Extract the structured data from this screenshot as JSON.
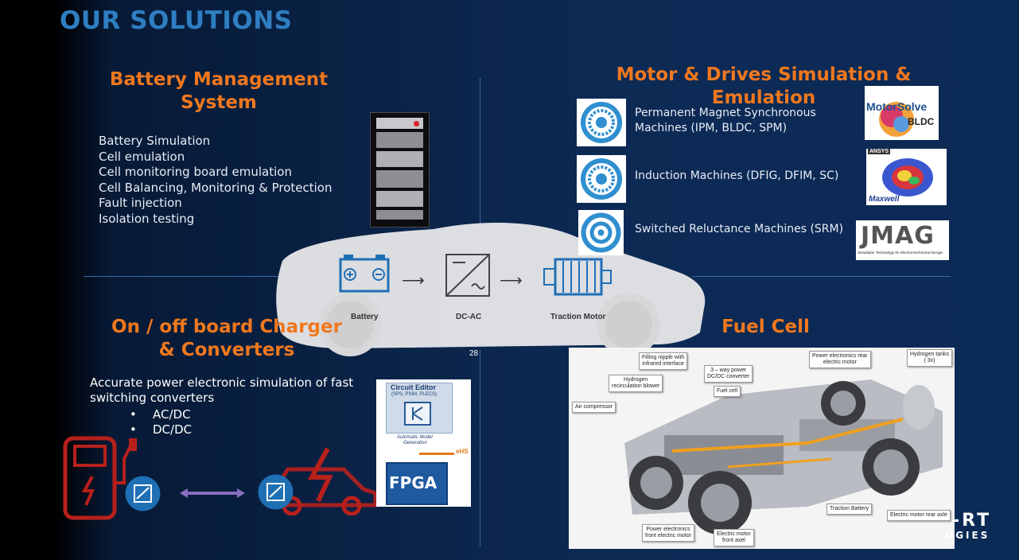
{
  "page": {
    "title": "OUR SOLUTIONS",
    "page_number": "28",
    "brand_line1": "-RT",
    "brand_line2": "OGIES"
  },
  "bms": {
    "heading": "Battery Management System",
    "items": [
      "Battery Simulation",
      "Cell emulation",
      "Cell monitoring board emulation",
      "Cell Balancing, Monitoring & Protection",
      "Fault injection",
      "Isolation testing"
    ]
  },
  "motor": {
    "heading": "Motor & Drives Simulation & Emulation",
    "rows": [
      {
        "line1": "Permanent Magnet Synchronous",
        "line2": "Machines  (IPM, BLDC, SPM)"
      },
      {
        "line1": "Induction Machines (DFIG, DFIM, SC)",
        "line2": ""
      },
      {
        "line1": "Switched Reluctance Machines (SRM)",
        "line2": ""
      }
    ],
    "logos": {
      "motorsolve": "MotorSolve",
      "motorsolve_sub": "BLDC",
      "ansys": "ANSYS",
      "maxwell": "Maxwell",
      "jmag": "JMAG",
      "jmag_sub": "Simulation Technology for Electromechanical Design"
    }
  },
  "drivetrain": {
    "battery": "Battery",
    "dcac": "DC-AC",
    "motor": "Traction Motor"
  },
  "charger": {
    "heading_line1": "On / off board Charger",
    "heading_line2": "&  Converters",
    "description_line1": "Accurate power electronic simulation of fast",
    "description_line2": "switching converters",
    "bullets": [
      "AC/DC",
      "DC/DC"
    ],
    "circuit_editor": "Circuit Editor",
    "circuit_editor_sub": "(SPS, PSIM, PLECS)",
    "auto_model": "Automatic Model",
    "auto_model2": "Generation",
    "ehs": "eHS",
    "fpga": "FPGA"
  },
  "fuel": {
    "heading": "Fuel Cell",
    "callouts": {
      "filling": "Filling nipple with\ninfrared interface",
      "power_rear": "Power electronics rear\nelectric motor",
      "h2_tanks": "Hydrogen tanks\n( 3x)",
      "h2_recirc": "Hydrogen\nrecirculation blower",
      "dcdc": "3 – way power\nDC/DC converter",
      "fuel_cell": "Fuel cell",
      "air_comp": "Air compressor",
      "traction": "Traction Battery",
      "rear_axle": "Electric motor rear axle",
      "power_front": "Power electronics\nfront electric motor",
      "front_axel": "Electric motor\nfront axel"
    }
  },
  "colors": {
    "heading_orange": "#f0781e",
    "title_blue": "#2f7ec2",
    "icon_blue": "#1f6fb5",
    "charger_red": "#b8201c"
  }
}
